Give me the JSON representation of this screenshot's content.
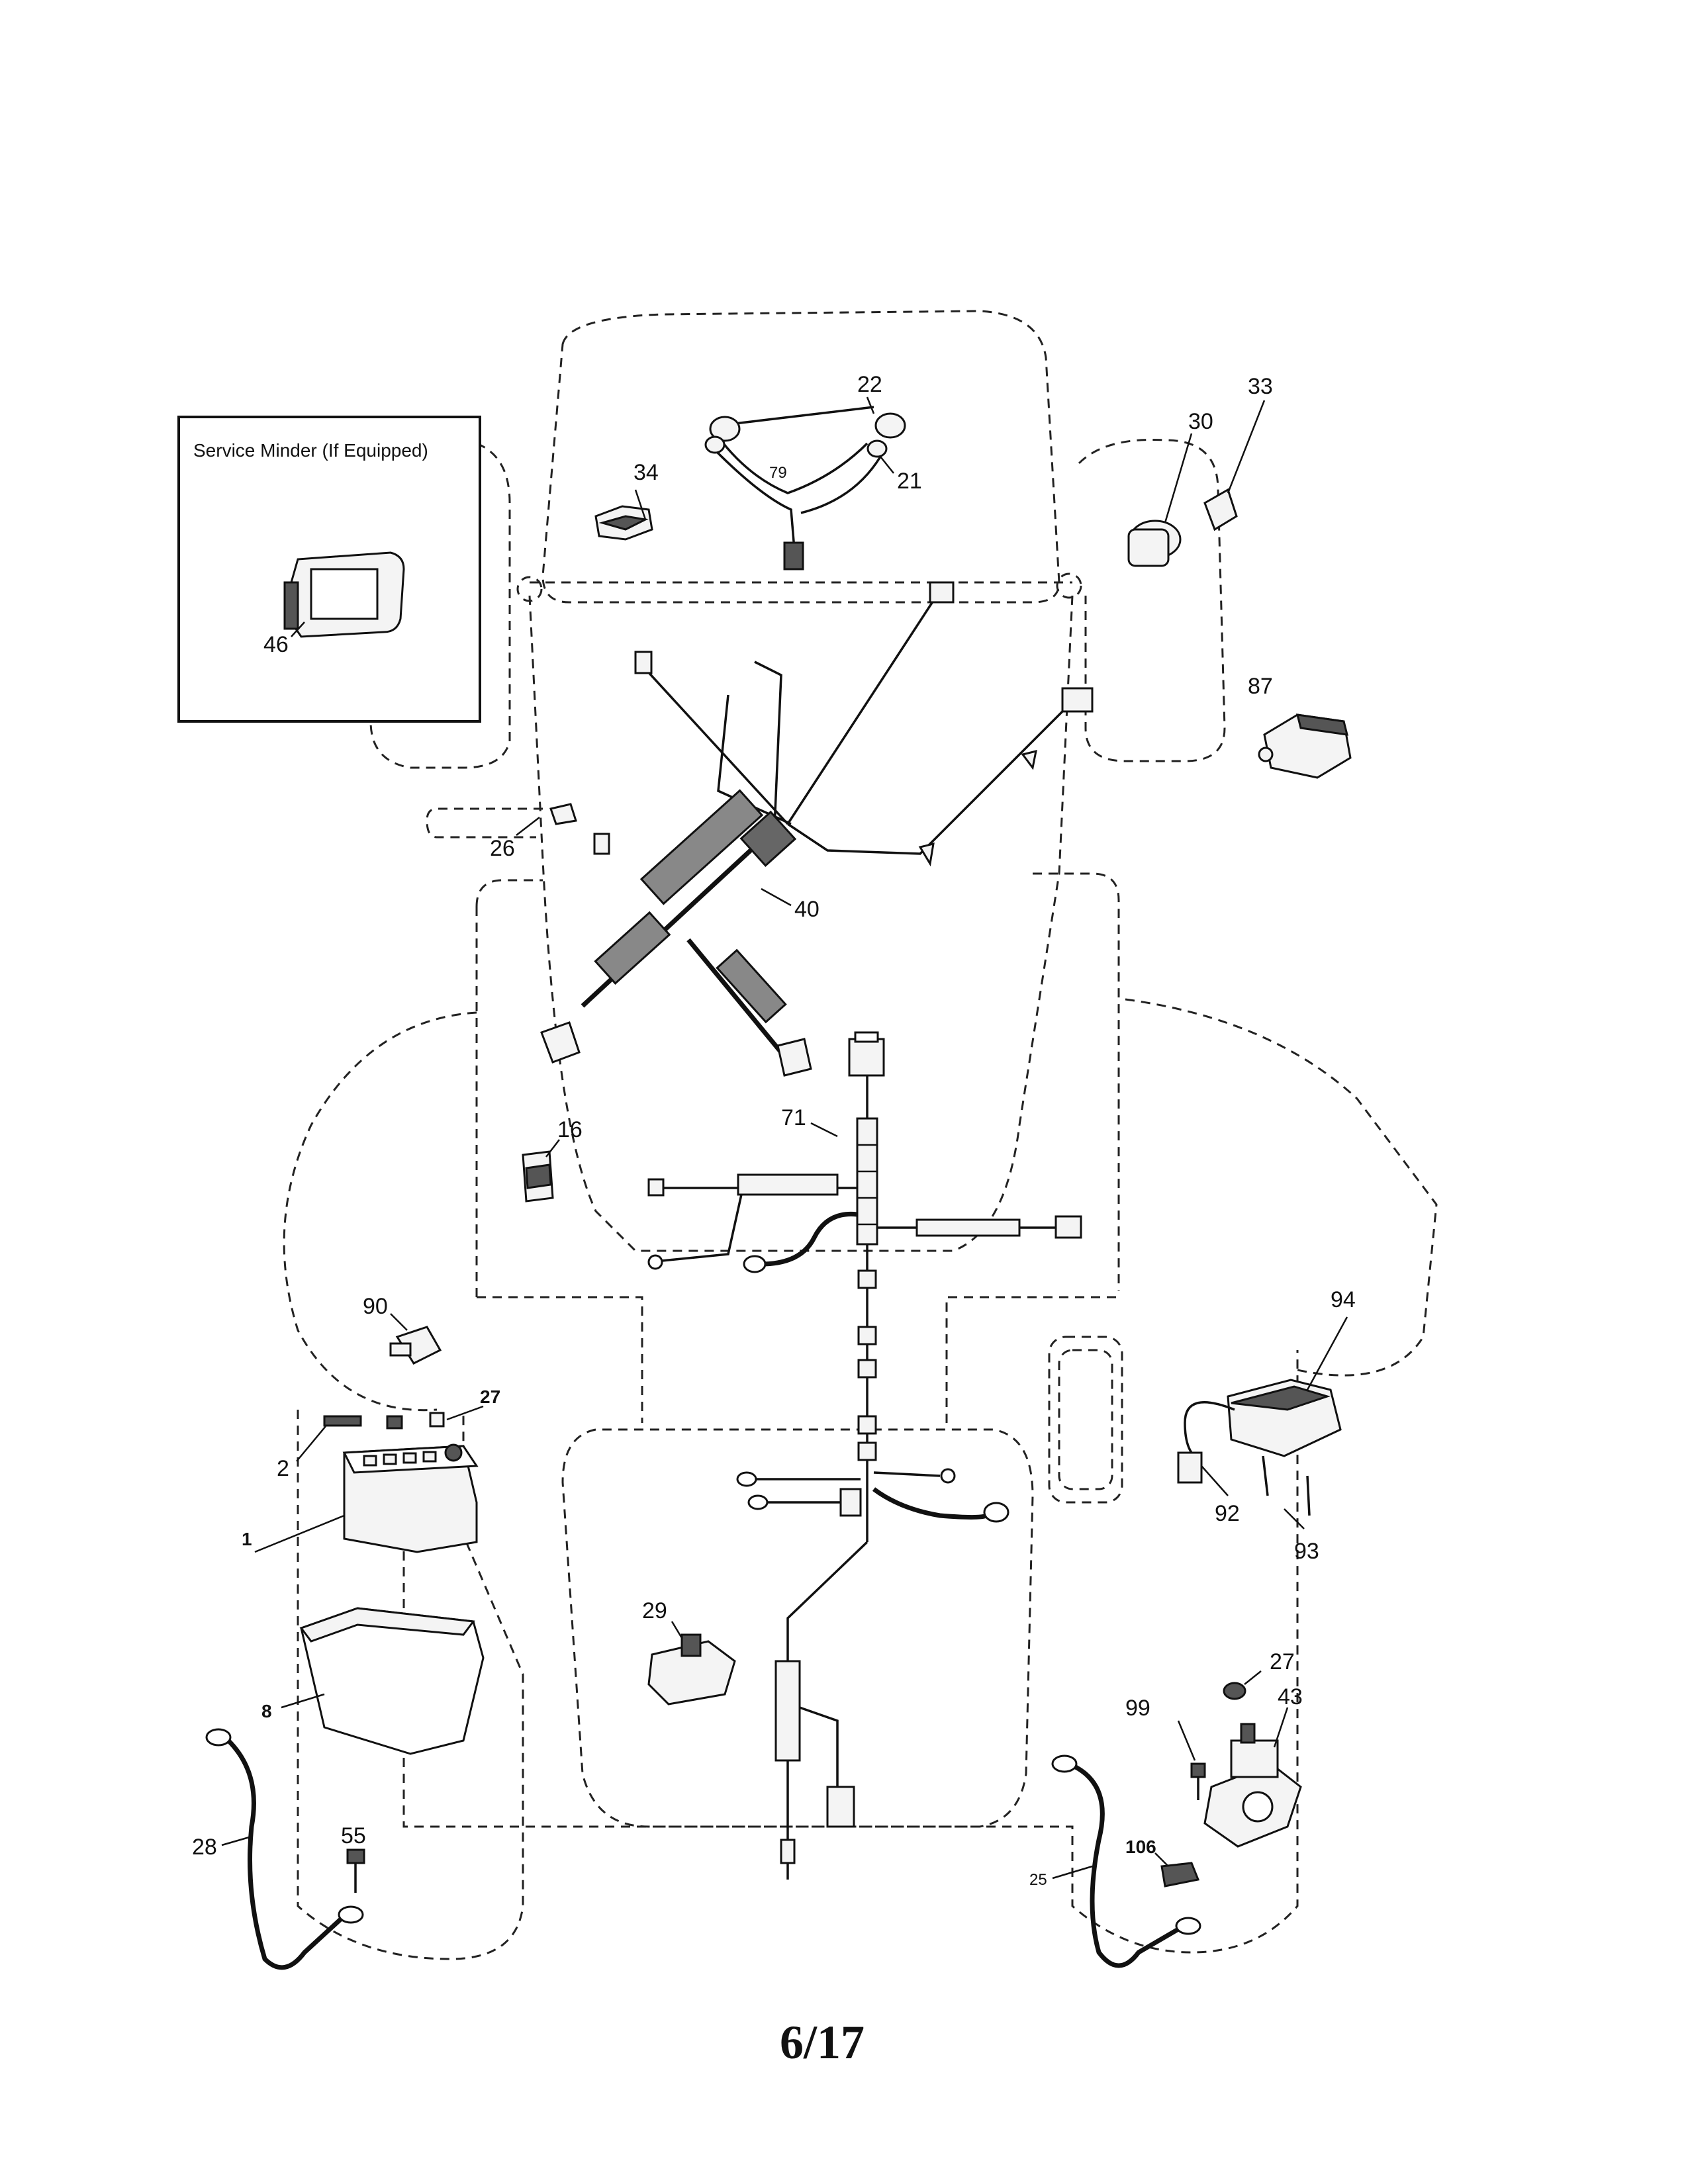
{
  "inset_box": {
    "title": "Service Minder (If Equipped)"
  },
  "page_number": "6/17",
  "callouts": {
    "c1": "1",
    "c2": "2",
    "c8": "8",
    "c16": "16",
    "c21": "21",
    "c22": "22",
    "c25": "25",
    "c26": "26",
    "c27a": "27",
    "c27b": "27",
    "c28": "28",
    "c29": "29",
    "c30": "30",
    "c33": "33",
    "c34": "34",
    "c40": "40",
    "c43": "43",
    "c46": "46",
    "c55": "55",
    "c71": "71",
    "c79": "79",
    "c87": "87",
    "c90": "90",
    "c92": "92",
    "c93": "93",
    "c94": "94",
    "c99": "99",
    "c106": "106"
  }
}
